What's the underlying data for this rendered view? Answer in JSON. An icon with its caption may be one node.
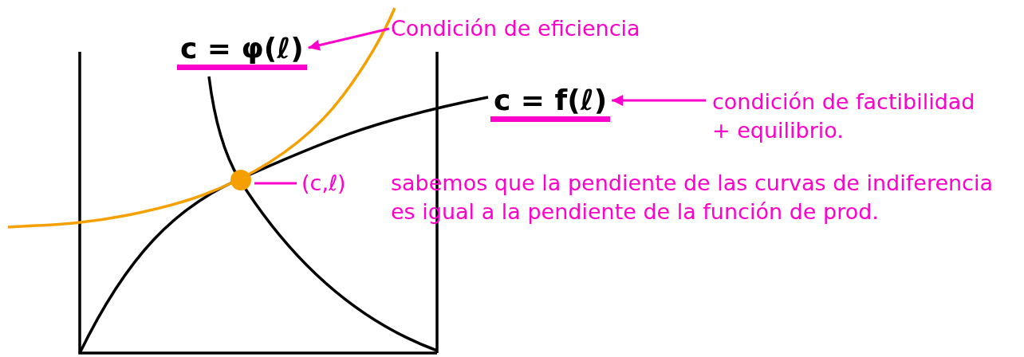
{
  "diagram": {
    "nodes": [
      {
        "text": [
          "c = φ(ℓ)"
        ]
      },
      {
        "text": [
          "Condición de eficiencia"
        ]
      },
      {
        "text": [
          "c = f(ℓ)"
        ]
      },
      {
        "text": [
          "condición de factibilidad + equilibrio."
        ]
      },
      {
        "text": [],
        "shape": "circle"
      },
      {
        "text": [
          "(c,ℓ)"
        ],
        "beside": [
          "sabemos que la pendiente de las curvas de indiferencia es igual a la pendiente de la función de prod."
        ]
      }
    ],
    "edges": [
      {
        "from": 1,
        "to": 0,
        "arrow": "to"
      },
      {
        "from": 3,
        "to": 2,
        "arrow": "to"
      },
      {
        "from": 5,
        "to": 4,
        "arrow": "none"
      }
    ]
  }
}
